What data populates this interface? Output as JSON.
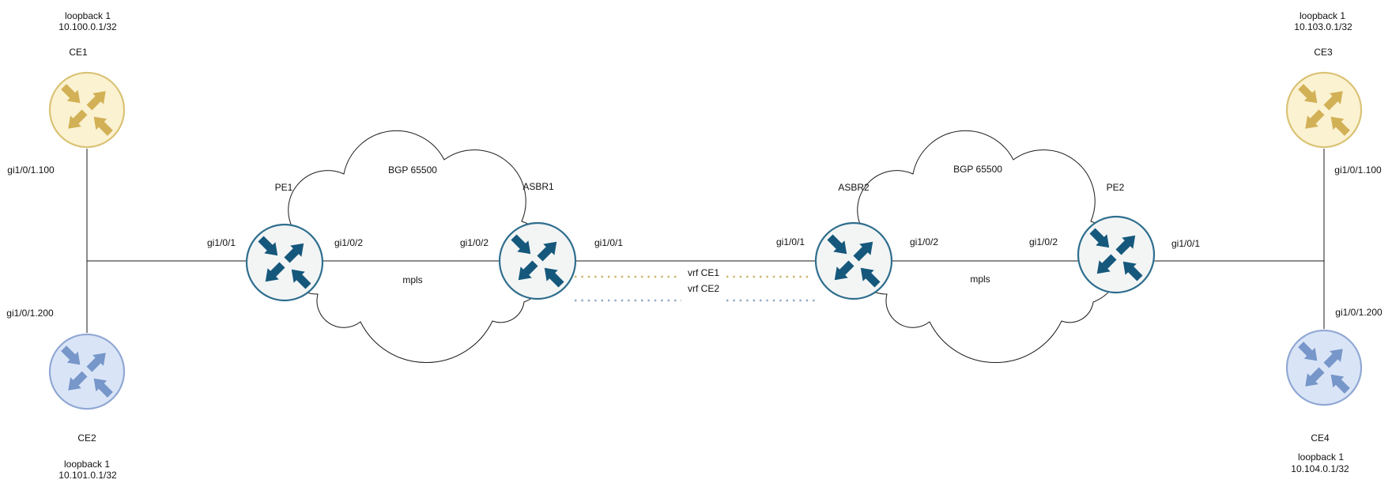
{
  "colors": {
    "line_color": "#1a1a1a",
    "ce_yellow_fill": "#FBF2D2",
    "ce_yellow_stroke": "#D9C273",
    "ce_yellow_arrow": "#D2B156",
    "ce_blue_fill": "#D9E5F7",
    "ce_blue_stroke": "#90A7D4",
    "ce_blue_arrow": "#7796C9",
    "core_fill": "#F3F5F5",
    "core_stroke": "#2F6E8E",
    "core_arrow": "#16587C",
    "vrf_ce1_color": "#CDB469",
    "vrf_ce2_color": "#8FA9C9"
  },
  "nodes": {
    "ce1": {
      "name": "CE1",
      "loopback_label": "loopback 1",
      "loopback_ip": "10.100.0.1/32"
    },
    "ce2": {
      "name": "CE2",
      "loopback_label": "loopback 1",
      "loopback_ip": "10.101.0.1/32"
    },
    "ce3": {
      "name": "CE3",
      "loopback_label": "loopback 1",
      "loopback_ip": "10.103.0.1/32"
    },
    "ce4": {
      "name": "CE4",
      "loopback_label": "loopback 1",
      "loopback_ip": "10.104.0.1/32"
    },
    "pe1": {
      "name": "PE1"
    },
    "asbr1": {
      "name": "ASBR1"
    },
    "asbr2": {
      "name": "ASBR2"
    },
    "pe2": {
      "name": "PE2"
    }
  },
  "clouds": {
    "left": {
      "bgp_label": "BGP 65500",
      "mpls_label": "mpls"
    },
    "right": {
      "bgp_label": "BGP 65500",
      "mpls_label": "mpls"
    }
  },
  "interfaces": {
    "ce1_sub": "gi1/0/1.100",
    "ce2_sub": "gi1/0/1.200",
    "ce3_sub": "gi1/0/1.100",
    "ce4_sub": "gi1/0/1.200",
    "pe1_left": "gi1/0/1",
    "pe1_right": "gi1/0/2",
    "asbr1_left": "gi1/0/2",
    "asbr1_right": "gi1/0/1",
    "asbr2_left": "gi1/0/1",
    "asbr2_right": "gi1/0/2",
    "pe2_left": "gi1/0/2",
    "pe2_right": "gi1/0/1"
  },
  "vrf": {
    "ce1_label": "vrf CE1",
    "ce2_label": "vrf CE2"
  }
}
